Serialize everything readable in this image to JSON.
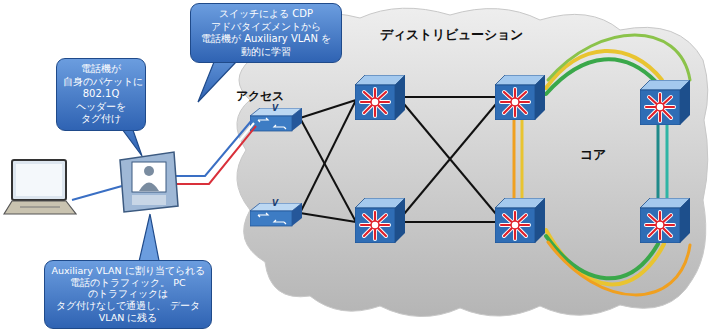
{
  "diagram": {
    "nodes": [
      {
        "text": [
          "電話機が 自身のパケットに 802.1Q ヘッダーを タグ付け"
        ]
      },
      {
        "text": [
          "スイッチによる CDP アドバタイズメントから 電話機が Auxiliary VLAN を 動的に学習"
        ]
      },
      {
        "text": [
          "Auxiliary VLAN に割り当てられる 電話のトラフィック。 PC のトラフィックは タグ付けなしで通過し、 データ VLAN に残る"
        ]
      }
    ],
    "labels": [
      "アクセス",
      "ディストリビューション",
      "コア",
      "V",
      "V"
    ]
  }
}
